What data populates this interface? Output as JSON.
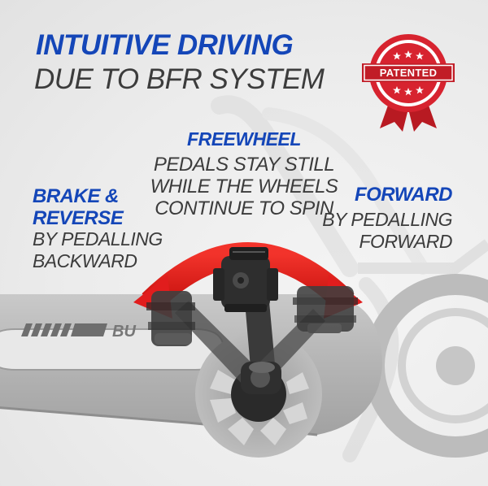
{
  "headline": {
    "line1": "INTUITIVE DRIVING",
    "line2": "DUE TO BFR SYSTEM"
  },
  "badge": {
    "label": "PATENTED",
    "icon": "rosette-badge-icon",
    "color": "#d7232f"
  },
  "freewheel": {
    "title": "FREEWHEEL",
    "desc_lines": [
      "PEDALS STAY STILL",
      "WHILE THE WHEELS",
      "CONTINUE TO SPIN"
    ]
  },
  "brake_reverse": {
    "title_lines": [
      "BRAKE &",
      "REVERSE"
    ],
    "desc_lines": [
      "BY PEDALLING",
      "BACKWARD"
    ]
  },
  "forward": {
    "title": "FORWARD",
    "desc_lines": [
      "BY PEDALLING",
      "FORWARD"
    ]
  },
  "frame_text": "BU",
  "colors": {
    "accent_blue": "#1446b8",
    "text_grey": "#3c3c3c",
    "arrow_red": "#e11d1d"
  }
}
